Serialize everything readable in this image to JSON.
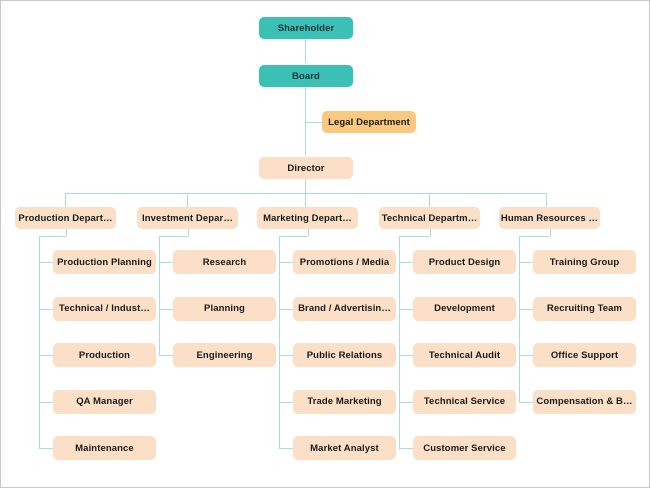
{
  "chart_data": {
    "type": "diagram",
    "subtype": "organizational-chart",
    "orientation": "top-down-with-left-spine-children",
    "colors": {
      "executive_fill": "#3cbfb4",
      "department_fill": "#fbdfc6",
      "staff_fill": "#f9c97f",
      "connector": "#a9dde0",
      "text": "#1a1a1a",
      "background": "#ffffff",
      "canvas_border": "#c8c8c8"
    },
    "nodes": [
      {
        "id": "shareholder",
        "label": "Shareholder",
        "level": 0,
        "style": "teal"
      },
      {
        "id": "board",
        "label": "Board",
        "level": 1,
        "style": "teal"
      },
      {
        "id": "legal",
        "label": "Legal Department",
        "level": 2,
        "style": "orange"
      },
      {
        "id": "director",
        "label": "Director",
        "level": 3,
        "style": "peach"
      },
      {
        "id": "production-dept",
        "label": "Production Depart…",
        "level": 4,
        "style": "peach"
      },
      {
        "id": "investment-dept",
        "label": "Investment Depar…",
        "level": 4,
        "style": "peach"
      },
      {
        "id": "marketing-dept",
        "label": "Marketing Depart…",
        "level": 4,
        "style": "peach"
      },
      {
        "id": "technical-dept",
        "label": "Technical Departm…",
        "level": 4,
        "style": "peach"
      },
      {
        "id": "hr-dept",
        "label": "Human Resources …",
        "level": 4,
        "style": "peach"
      }
    ],
    "edges": [
      {
        "from": "shareholder",
        "to": "board"
      },
      {
        "from": "board",
        "to": "legal"
      },
      {
        "from": "board",
        "to": "director"
      },
      {
        "from": "director",
        "to": "production-dept"
      },
      {
        "from": "director",
        "to": "investment-dept"
      },
      {
        "from": "director",
        "to": "marketing-dept"
      },
      {
        "from": "director",
        "to": "technical-dept"
      },
      {
        "from": "director",
        "to": "hr-dept"
      }
    ]
  },
  "top": {
    "shareholder": "Shareholder",
    "board": "Board",
    "legal": "Legal Department",
    "director": "Director"
  },
  "columns": [
    {
      "id": "production",
      "header": "Production Depart…",
      "children": [
        "Production Planning",
        "Technical / Indust…",
        "Production",
        "QA Manager",
        "Maintenance"
      ]
    },
    {
      "id": "investment",
      "header": "Investment Depar…",
      "children": [
        "Research",
        "Planning",
        "Engineering"
      ]
    },
    {
      "id": "marketing",
      "header": "Marketing Depart…",
      "children": [
        "Promotions / Media",
        "Brand / Advertisin…",
        "Public Relations",
        "Trade Marketing",
        "Market Analyst"
      ]
    },
    {
      "id": "technical",
      "header": "Technical Departm…",
      "children": [
        "Product Design",
        "Development",
        "Technical Audit",
        "Technical Service",
        "Customer Service"
      ]
    },
    {
      "id": "human-resources",
      "header": "Human Resources …",
      "children": [
        "Training Group",
        "Recruiting Team",
        "Office Support",
        "Compensation & B…"
      ]
    }
  ]
}
